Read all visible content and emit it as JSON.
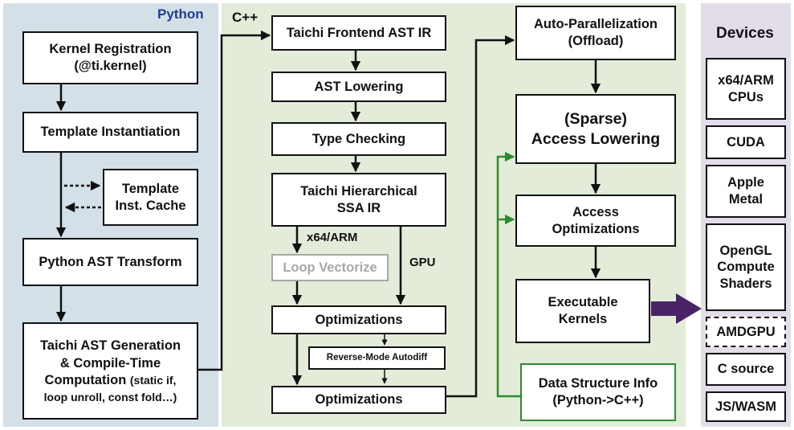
{
  "regions": {
    "python": "Python",
    "cpp": "C++",
    "devices": "Devices"
  },
  "python_col": {
    "kernel_registration": "Kernel Registration\n(@ti.kernel)",
    "template_instantiation": "Template Instantiation",
    "template_cache": "Template\nInst. Cache",
    "python_ast_transform": "Python AST Transform",
    "ast_generation_line1": "Taichi AST Generation",
    "ast_generation_line2": "& Compile-Time",
    "ast_generation_line3": "Computation",
    "ast_generation_note1": "(static if,",
    "ast_generation_note2": "loop unroll, const fold…)"
  },
  "cpp_col": {
    "frontend_ir": "Taichi Frontend AST IR",
    "ast_lowering": "AST Lowering",
    "type_checking": "Type Checking",
    "hierarchical_ssa": "Taichi Hierarchical\nSSA IR",
    "x64_arm_label": "x64/ARM",
    "gpu_label": "GPU",
    "loop_vectorize": "Loop Vectorize",
    "optimizations_1": "Optimizations",
    "reverse_autodiff": "Reverse-Mode Autodiff",
    "optimizations_2": "Optimizations"
  },
  "backend_col": {
    "auto_parallelization": "Auto-Parallelization\n(Offload)",
    "sparse_access_lowering": "(Sparse)\nAccess Lowering",
    "access_optimizations": "Access\nOptimizations",
    "executable_kernels": "Executable\nKernels",
    "data_structure_info": "Data Structure Info\n(Python->C++)"
  },
  "devices": [
    "x64/ARM\nCPUs",
    "CUDA",
    "Apple\nMetal",
    "OpenGL\nCompute\nShaders",
    "AMDGPU",
    "C source",
    "JS/WASM"
  ],
  "colors": {
    "python_bg": "#d3e0e8",
    "cpp_bg": "#e2ecd9",
    "devices_bg": "#e3dde9",
    "python_title": "#1f3f8f",
    "green_line": "#2e8b2e",
    "purple_arrow": "#4a2266",
    "disabled_text": "#a8a8a8"
  }
}
